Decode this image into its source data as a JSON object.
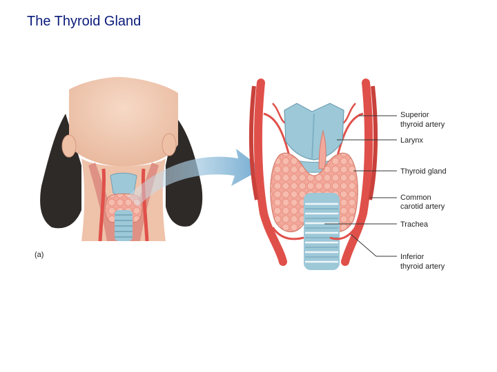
{
  "slide": {
    "title": "The Thyroid Gland"
  },
  "figure": {
    "panel_label": "(a)",
    "labels": {
      "superior_thyroid_artery": [
        "Superior",
        "thyroid artery"
      ],
      "larynx": "Larynx",
      "thyroid_gland": "Thyroid gland",
      "common_carotid_artery": [
        "Common",
        "carotid artery"
      ],
      "trachea": "Trachea",
      "inferior_thyroid_artery": [
        "Inferior",
        "thyroid artery"
      ]
    }
  },
  "colors": {
    "title": "#0a1a7a",
    "artery": "#e0504a",
    "cartilage": "#9cc8d8",
    "gland": "#f2a89a",
    "skin": "#f1c9b0",
    "hair": "#2e2a28",
    "arrow": "#8dbdd9"
  }
}
